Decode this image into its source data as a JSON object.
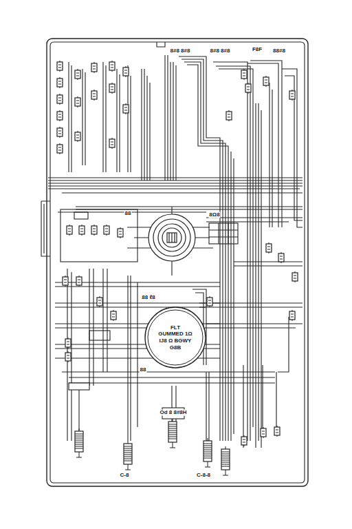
{
  "diagram": {
    "nodes": [
      {
        "text": [
          "FLT",
          "GUMMED 1Ω",
          "IJ8 Ω BGWY",
          "G8B"
        ]
      }
    ],
    "labels": [
      "8#8 8#8",
      "8#8 8#8",
      "F8F",
      "88#8",
      "88",
      "8Ω8",
      "88 ℓ8",
      "Od 8 8#8H",
      "C-8",
      "C-8-8",
      "88"
    ]
  }
}
